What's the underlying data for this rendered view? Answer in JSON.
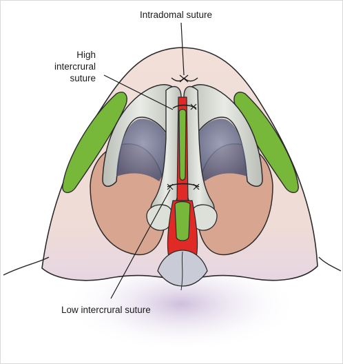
{
  "labels": {
    "intradomal": "Intradomal suture",
    "high_line1": "High",
    "high_line2": "intercrural",
    "high_line3": "suture",
    "low": "Low intercrural suture"
  }
}
